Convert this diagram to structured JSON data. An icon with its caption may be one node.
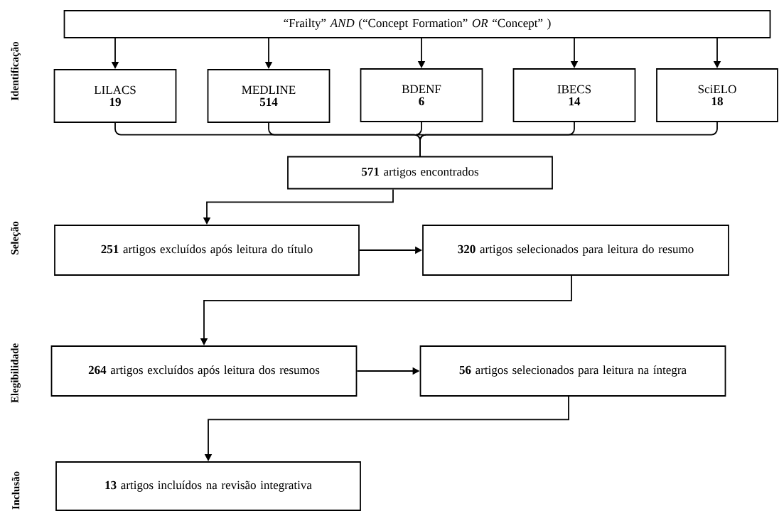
{
  "diagram": {
    "nodes": [
      {
        "text": [
          "“Frailty” *AND* (“Concept Formation” *OR* “Concept” )"
        ]
      },
      {
        "text": [
          "LILACS",
          "19"
        ]
      },
      {
        "text": [
          "MEDLINE",
          "514"
        ]
      },
      {
        "text": [
          "BDENF",
          "6"
        ]
      },
      {
        "text": [
          "IBECS",
          "14"
        ]
      },
      {
        "text": [
          "SciELO",
          "18"
        ]
      },
      {
        "text": [
          "**571** artigos encontrados"
        ]
      },
      {
        "text": [
          "**251** artigos excluídos após leitura do título"
        ]
      },
      {
        "text": [
          "**320** artigos selecionados para leitura do resumo"
        ]
      },
      {
        "text": [
          "**264** artigos excluídos após leitura dos resumos"
        ]
      },
      {
        "text": [
          "**56** artigos selecionados para leitura na íntegra"
        ]
      },
      {
        "text": [
          "**13** artigos incluídos na revisão integrativa"
        ]
      }
    ],
    "edges": [
      {
        "from": 0,
        "to": 1,
        "arrow": "to"
      },
      {
        "from": 0,
        "to": 2,
        "arrow": "to"
      },
      {
        "from": 0,
        "to": 3,
        "arrow": "to"
      },
      {
        "from": 0,
        "to": 4,
        "arrow": "to"
      },
      {
        "from": 0,
        "to": 5,
        "arrow": "to"
      },
      {
        "from": 1,
        "to": 6,
        "arrow": "none"
      },
      {
        "from": 2,
        "to": 6,
        "arrow": "none"
      },
      {
        "from": 3,
        "to": 6,
        "arrow": "none"
      },
      {
        "from": 4,
        "to": 6,
        "arrow": "none"
      },
      {
        "from": 5,
        "to": 6,
        "arrow": "none"
      },
      {
        "from": 6,
        "to": 7,
        "arrow": "to"
      },
      {
        "from": 7,
        "to": 8,
        "arrow": "to"
      },
      {
        "from": 8,
        "to": 9,
        "arrow": "to"
      },
      {
        "from": 9,
        "to": 10,
        "arrow": "to"
      },
      {
        "from": 10,
        "to": 11,
        "arrow": "to"
      }
    ],
    "labels": [
      "Identificação",
      "Seleção",
      "Elegibilidade",
      "Inclusão"
    ]
  }
}
